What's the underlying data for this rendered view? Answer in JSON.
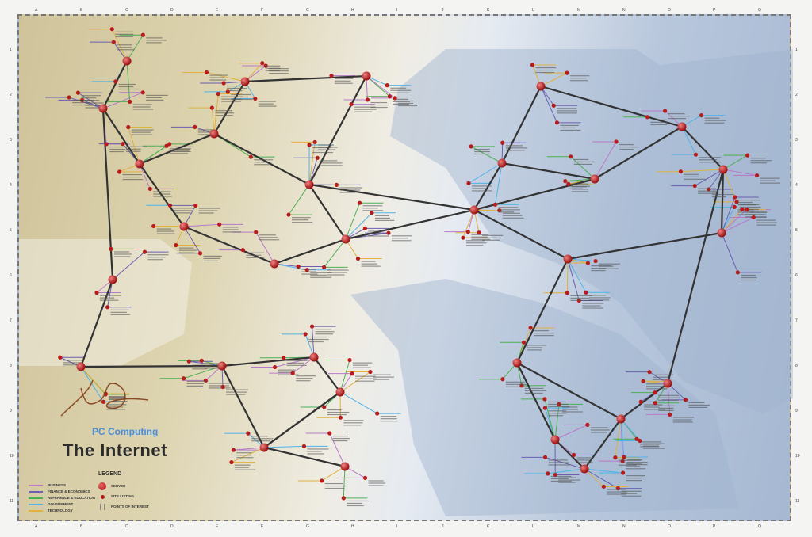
{
  "poster": {
    "brand": "PC Computing",
    "title": "The Internet",
    "legend": {
      "title": "LEGEND",
      "categories": [
        {
          "label": "BUSINESS",
          "color": "#b77ac8"
        },
        {
          "label": "FINANCE & ECONOMICS",
          "color": "#6a5fb0"
        },
        {
          "label": "REFERENCE & EDUCATION",
          "color": "#4caf50"
        },
        {
          "label": "GOVERNMENT",
          "color": "#4fb3e8"
        },
        {
          "label": "TECHNOLOGY",
          "color": "#e0b040"
        }
      ],
      "markers": [
        {
          "label": "SERVER",
          "icon": "server-node-icon"
        },
        {
          "label": "SITE LISTING",
          "icon": "site-dot-icon"
        },
        {
          "label": "POINTS OF INTEREST",
          "icon": "poi-marker-icon"
        }
      ]
    },
    "grid": {
      "columns": [
        "A",
        "B",
        "C",
        "D",
        "E",
        "F",
        "G",
        "H",
        "I",
        "J",
        "K",
        "L",
        "M",
        "N",
        "O",
        "P",
        "Q"
      ],
      "rows": [
        "1",
        "2",
        "3",
        "4",
        "5",
        "6",
        "7",
        "8",
        "9",
        "10",
        "11"
      ]
    }
  }
}
